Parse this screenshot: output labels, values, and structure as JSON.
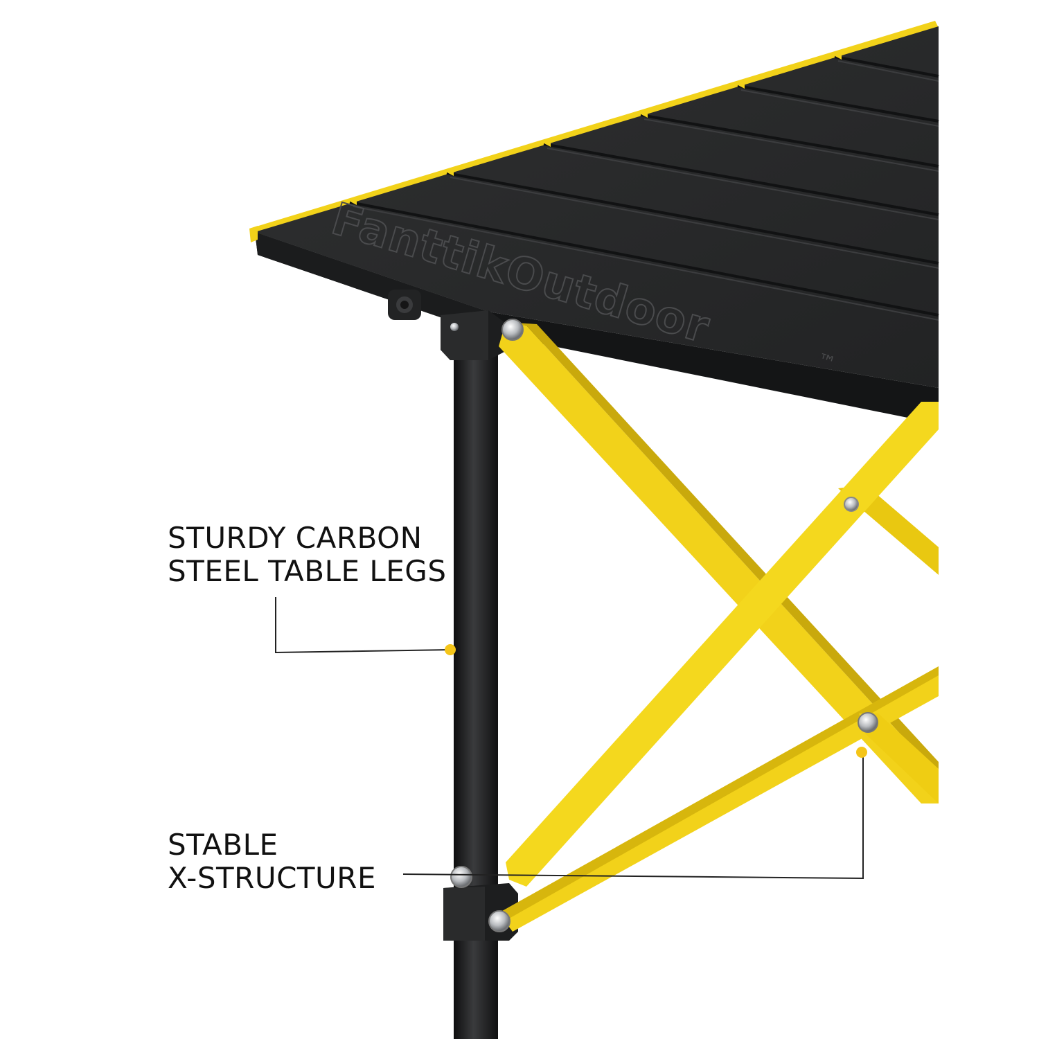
{
  "callouts": [
    {
      "lines": [
        "STURDY CARBON",
        "STEEL TABLE LEGS"
      ]
    },
    {
      "lines": [
        "STABLE",
        "X-STRUCTURE"
      ]
    }
  ],
  "product": {
    "logo_text": "FanttikOutdoor",
    "trademark": "™"
  },
  "colors": {
    "background": "#ffffff",
    "tabletop": "#2a2b2c",
    "tabletop_edge": "#1a1b1c",
    "frame_yellow": "#f2d21a",
    "frame_yellow_shade": "#c9a90c",
    "leg_black": "#1c1c1d",
    "callout_dot": "#f5c518",
    "callout_line": "#222222",
    "text": "#111111"
  }
}
